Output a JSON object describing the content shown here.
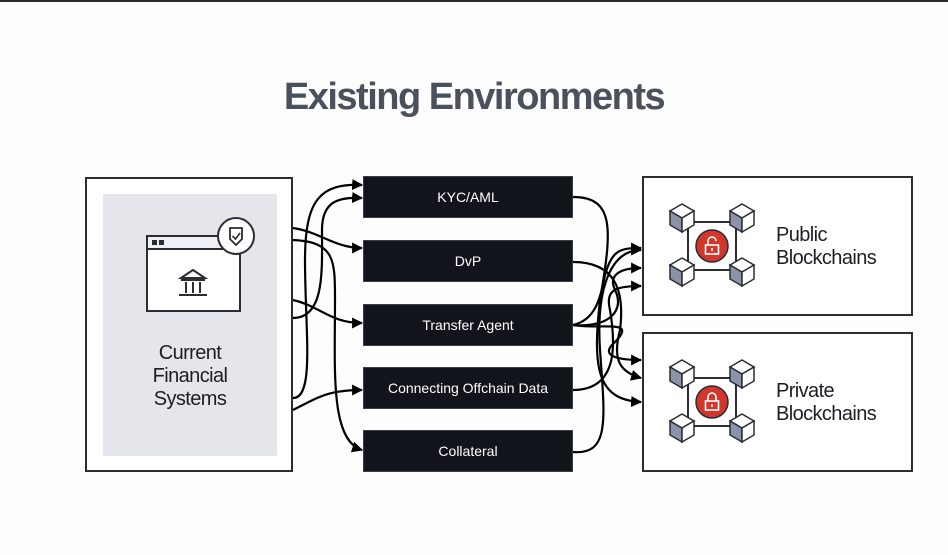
{
  "title": "Existing Environments",
  "source": {
    "label_lines": [
      "Current",
      "Financial",
      "Systems"
    ],
    "icon": "bank-window-with-shield-icon"
  },
  "services": [
    {
      "label": "KYC/AML"
    },
    {
      "label": "DvP"
    },
    {
      "label": "Transfer Agent"
    },
    {
      "label": "Connecting Offchain Data"
    },
    {
      "label": "Collateral"
    }
  ],
  "targets": [
    {
      "label_lines": [
        "Public",
        "Blockchains"
      ],
      "lock": "unlocked",
      "icon": "blockchain-network-icon"
    },
    {
      "label_lines": [
        "Private",
        "Blockchains"
      ],
      "lock": "locked",
      "icon": "blockchain-network-icon"
    }
  ],
  "colors": {
    "title": "#4a515c",
    "service_bg": "#12141b",
    "source_bg": "#e4e6eb",
    "lock_badge": "#d2372c",
    "cube_shade": "#8d92a8"
  }
}
